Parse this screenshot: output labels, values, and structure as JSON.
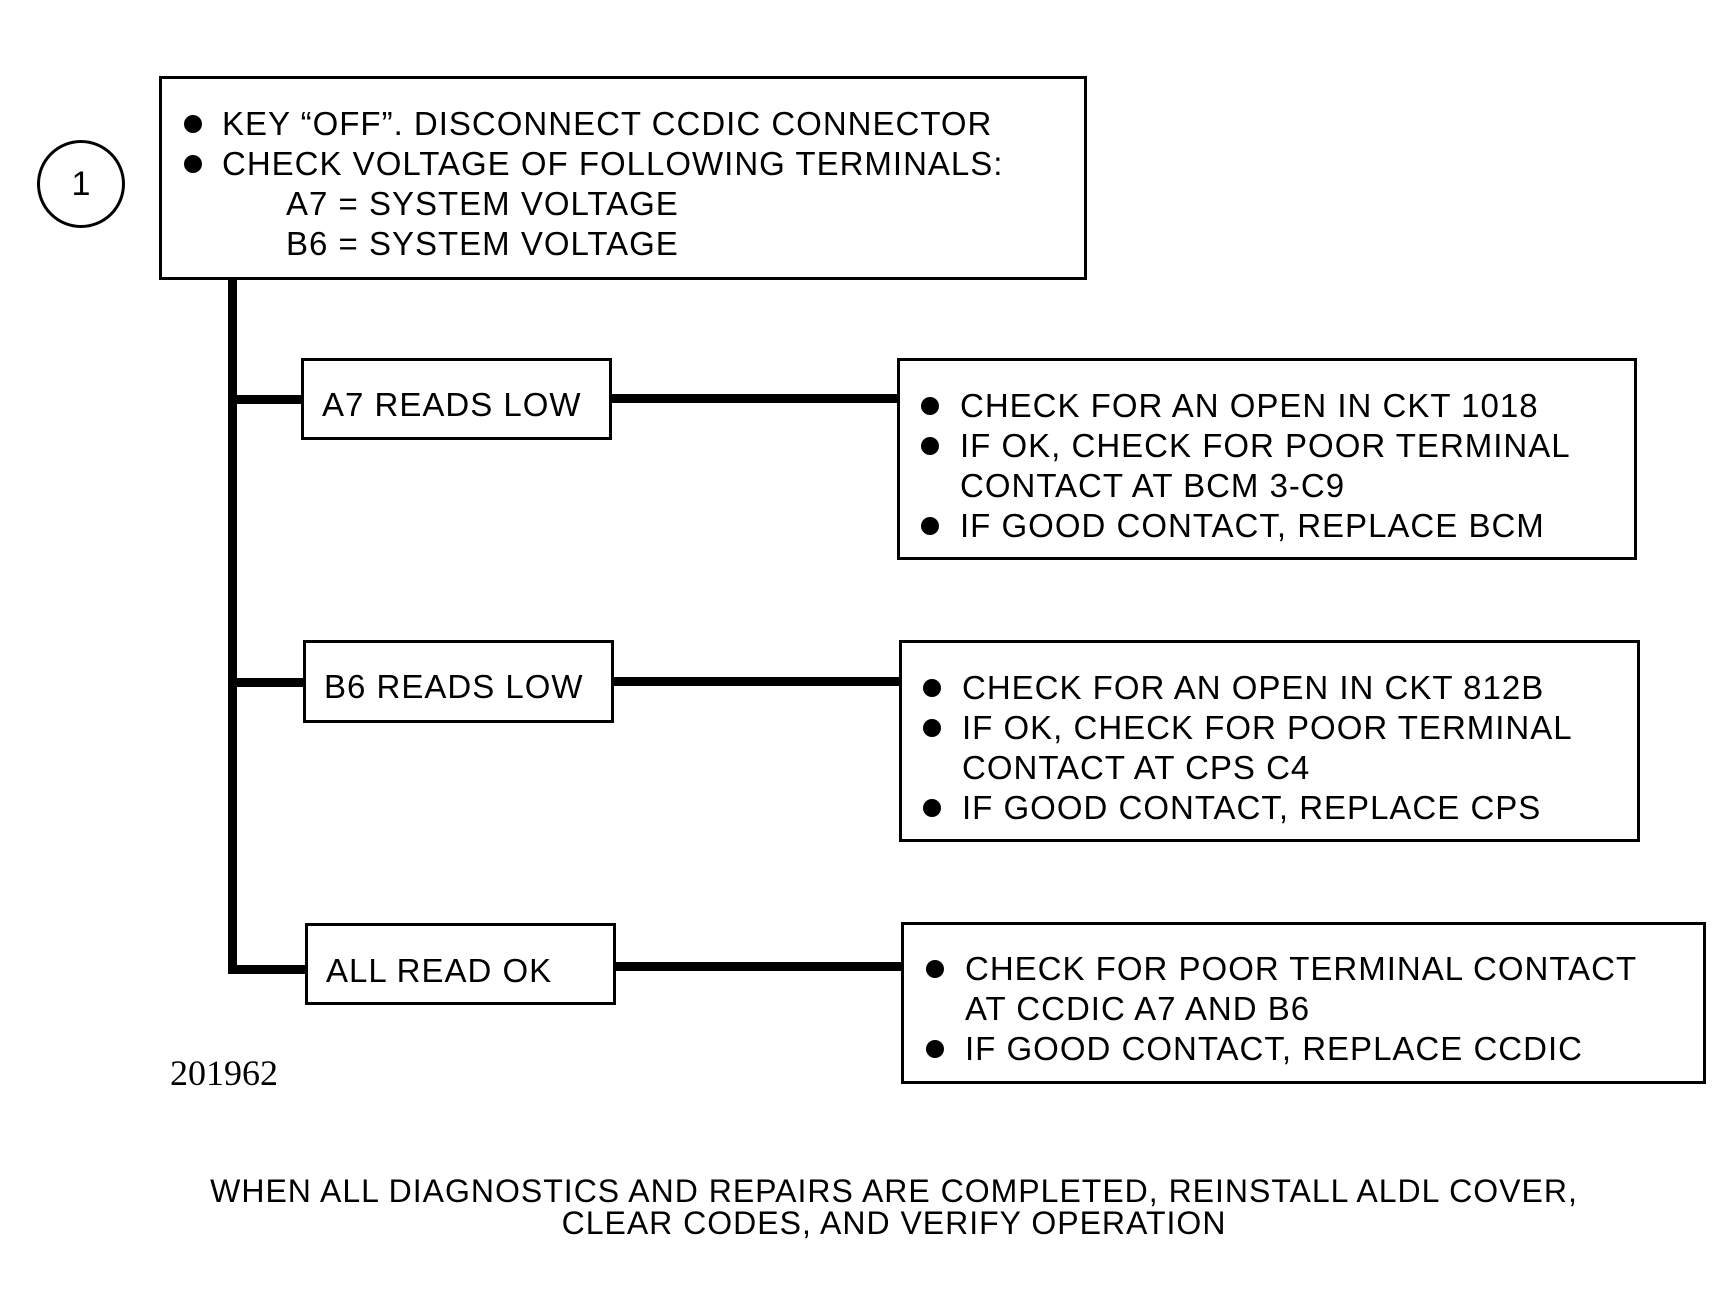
{
  "step_number": "1",
  "main_box": {
    "lines": [
      "KEY “OFF”. DISCONNECT CCDIC CONNECTOR",
      "CHECK VOLTAGE OF FOLLOWING TERMINALS:",
      "A7 = SYSTEM VOLTAGE",
      "B6 = SYSTEM VOLTAGE"
    ]
  },
  "branches": [
    {
      "condition": "A7 READS LOW",
      "actions": [
        "CHECK FOR AN OPEN IN CKT 1018",
        "IF OK, CHECK FOR POOR TERMINAL",
        "CONTACT AT BCM 3-C9",
        "IF GOOD CONTACT, REPLACE BCM"
      ]
    },
    {
      "condition": "B6 READS LOW",
      "actions": [
        "CHECK FOR AN OPEN IN CKT 812B",
        "IF OK, CHECK FOR POOR TERMINAL",
        "CONTACT AT CPS C4",
        "IF GOOD CONTACT, REPLACE CPS"
      ]
    },
    {
      "condition": "ALL READ OK",
      "actions": [
        "CHECK FOR POOR TERMINAL CONTACT",
        "AT CCDIC A7 AND B6",
        "IF GOOD CONTACT, REPLACE CCDIC"
      ]
    }
  ],
  "figure_number": "201962",
  "footer": {
    "line1": "WHEN ALL DIAGNOSTICS AND REPAIRS ARE COMPLETED, REINSTALL ALDL COVER,",
    "line2": "CLEAR CODES, AND VERIFY OPERATION"
  }
}
